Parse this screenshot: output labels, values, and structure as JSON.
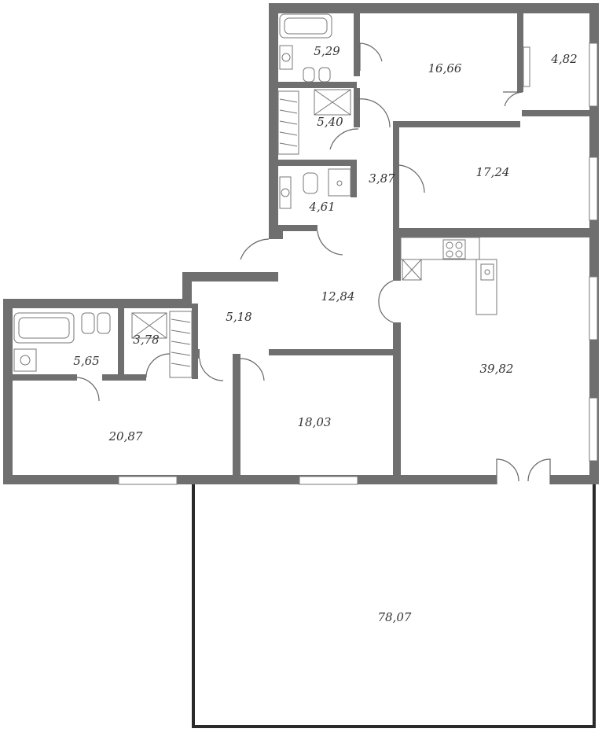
{
  "rooms": {
    "bath_top": "5,29",
    "bedroom_top": "16,66",
    "closet_top_right": "4,82",
    "laundry_top": "5,40",
    "corridor": "3,87",
    "bedroom_right": "17,24",
    "wc_middle": "4,61",
    "hall": "12,84",
    "vestibule": "5,18",
    "laundry_left": "3,78",
    "bath_left": "5,65",
    "bedroom_left": "20,87",
    "bedroom_middle": "18,03",
    "living_kitchen": "39,82",
    "terrace": "78,07"
  }
}
